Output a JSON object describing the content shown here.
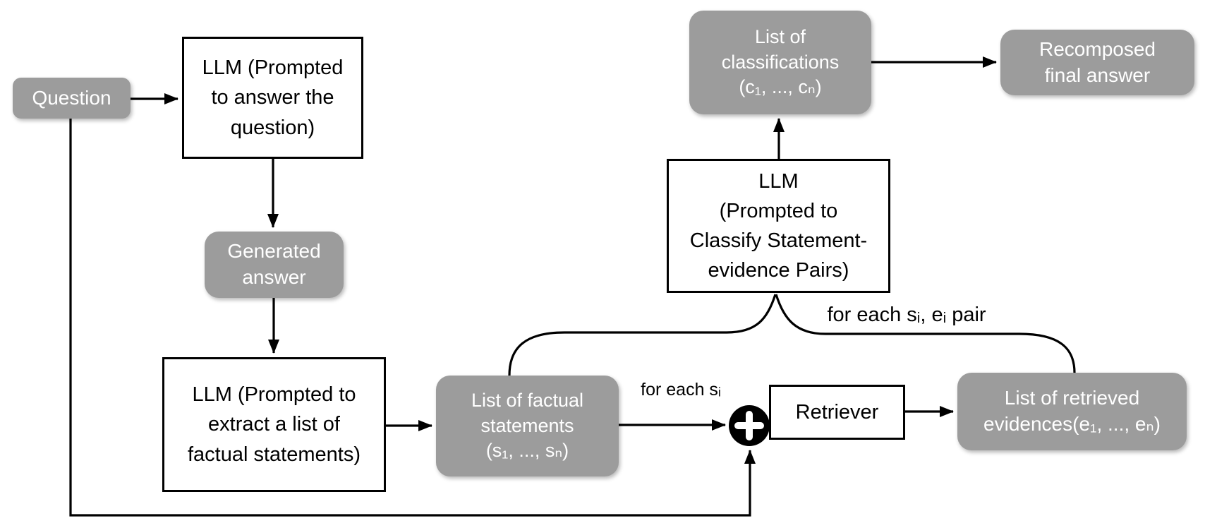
{
  "diagram": {
    "title": "statement-evidence verification pipeline",
    "nodes": {
      "question": {
        "label": "Question",
        "kind": "data"
      },
      "llm_answer": {
        "label": "LLM (Prompted\nto answer the\nquestion)",
        "kind": "process"
      },
      "generated_answer": {
        "label": "Generated\nanswer",
        "kind": "data"
      },
      "llm_extract": {
        "label": "LLM (Prompted to\nextract a list of\nfactual statements)",
        "kind": "process"
      },
      "factual_statements": {
        "label": "List of factual\nstatements\n(s₁, ..., sₙ)",
        "kind": "data"
      },
      "retriever": {
        "label": "Retriever",
        "kind": "process"
      },
      "retrieved_evidences": {
        "label": "List of retrieved\nevidences(e₁, ..., eₙ)",
        "kind": "data"
      },
      "llm_classify": {
        "label": "LLM\n(Prompted to\nClassify Statement-\nevidence Pairs)",
        "kind": "process"
      },
      "classifications": {
        "label": "List of\nclassifications\n(c₁, ..., cₙ)",
        "kind": "data"
      },
      "recomposed": {
        "label": "Recomposed\nfinal answer",
        "kind": "data"
      }
    },
    "edge_labels": {
      "for_each_s": "for each sᵢ",
      "for_each_pair": "for each sᵢ, eᵢ pair"
    },
    "icons": {
      "combiner": "plus-circle-icon"
    },
    "colors": {
      "node_gray_fill": "#9c9c9c",
      "node_text_light": "#ffffff",
      "node_white_fill": "#ffffff",
      "line_black": "#000000"
    }
  }
}
